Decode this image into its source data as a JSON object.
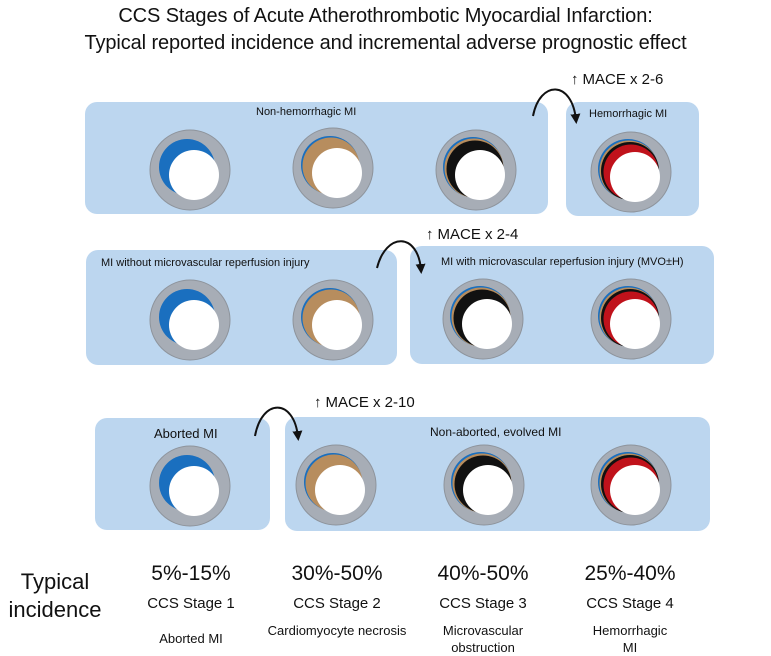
{
  "title": {
    "line1": "CCS Stages of Acute Atherothrombotic Myocardial Infarction:",
    "line2": "Typical reported incidence and incremental adverse prognostic effect"
  },
  "rows": [
    {
      "mace_label": "MACE x 2-6",
      "groups": [
        {
          "label": "Non-hemorrhagic MI"
        },
        {
          "label": "Hemorrhagic MI"
        }
      ]
    },
    {
      "mace_label": "MACE x 2-4",
      "groups": [
        {
          "label": "MI without microvascular reperfusion injury"
        },
        {
          "label": "MI with microvascular reperfusion injury (MVO±H)"
        }
      ]
    },
    {
      "mace_label": "MACE x 2-10",
      "groups": [
        {
          "label": "Aborted MI"
        },
        {
          "label": "Non-aborted, evolved MI"
        }
      ]
    }
  ],
  "typical_incidence_label": "Typical incidence",
  "stages": [
    {
      "incidence": "5%-15%",
      "stage": "CCS Stage 1",
      "description": "Aborted MI"
    },
    {
      "incidence": "30%-50%",
      "stage": "CCS Stage 2",
      "description": "Cardiomyocyte necrosis"
    },
    {
      "incidence": "40%-50%",
      "stage": "CCS Stage 3",
      "description": "Microvascular obstruction"
    },
    {
      "incidence": "25%-40%",
      "stage": "CCS Stage 4",
      "description": "Hemorrhagic MI"
    }
  ],
  "colors": {
    "panel": "#bcd6ef",
    "vessel_wall": "#a7adb6",
    "edema": "#1a6fbf",
    "necrosis": "#b78d5e",
    "mvo": "#111111",
    "hemorrhage": "#c0121b"
  }
}
